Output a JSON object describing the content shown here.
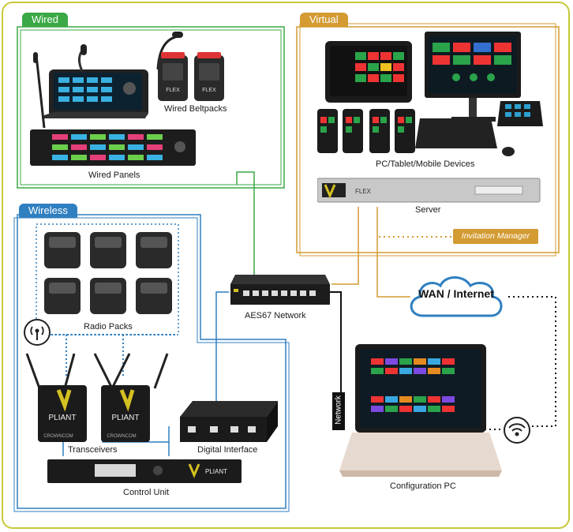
{
  "sections": {
    "wired": "Wired",
    "virtual": "Virtual",
    "wireless": "Wireless"
  },
  "labels": {
    "wired_beltpacks": "Wired Beltpacks",
    "wired_panels": "Wired Panels",
    "pc_devices": "PC/Tablet/Mobile Devices",
    "server": "Server",
    "invitation_manager": "Invitation Manager",
    "radio_packs": "Radio Packs",
    "aes67": "AES67 Network",
    "wan": "WAN / Internet",
    "transceivers": "Transceivers",
    "digital_interface": "Digital Interface",
    "control_unit": "Control Unit",
    "network": "Network",
    "config_pc": "Configuration PC"
  },
  "device_text": {
    "flex_logo": "FLEX",
    "pliant_logo": "PLIANT",
    "crowncom": "CROWNCOM"
  },
  "colors": {
    "wired": "#3aa845",
    "virtual": "#d39b32",
    "wireless": "#2f7fc1",
    "network": "#111111",
    "frame": "#c5c93a"
  }
}
